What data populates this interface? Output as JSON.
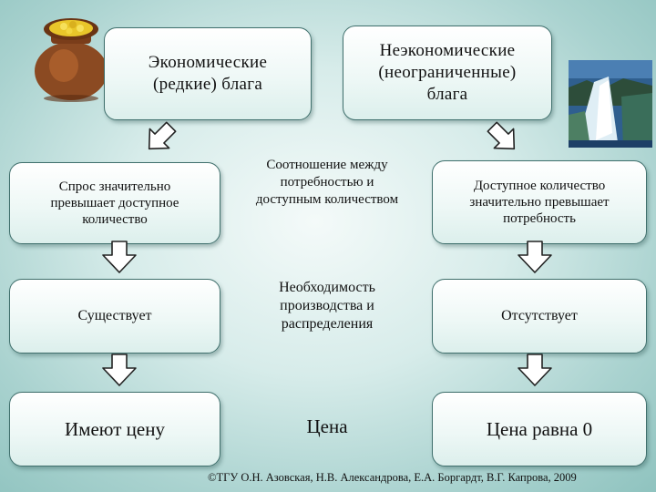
{
  "headers": {
    "economic": "Экономические (редкие) блага",
    "noneconomic": "Неэкономические (неограниченные) блага"
  },
  "left": {
    "row1": "Спрос значительно превышает доступное количество",
    "row2": "Существует",
    "row3": "Имеют цену"
  },
  "middle": {
    "row1": "Соотношение между потребностью и доступным количеством",
    "row2": "Необходимость производства и распределения",
    "row3": "Цена"
  },
  "right": {
    "row1": "Доступное количество значительно превышает потребность",
    "row2": "Отсутствует",
    "row3": "Цена равна 0"
  },
  "icons": {
    "pot": "pot-of-gold-icon",
    "landscape": "waterfall-landscape-icon"
  },
  "footer": "©ТГУ О.Н. Азовская, Н.В. Александрова, Е.А. Боргардт, В.Г. Капрова, 2009"
}
